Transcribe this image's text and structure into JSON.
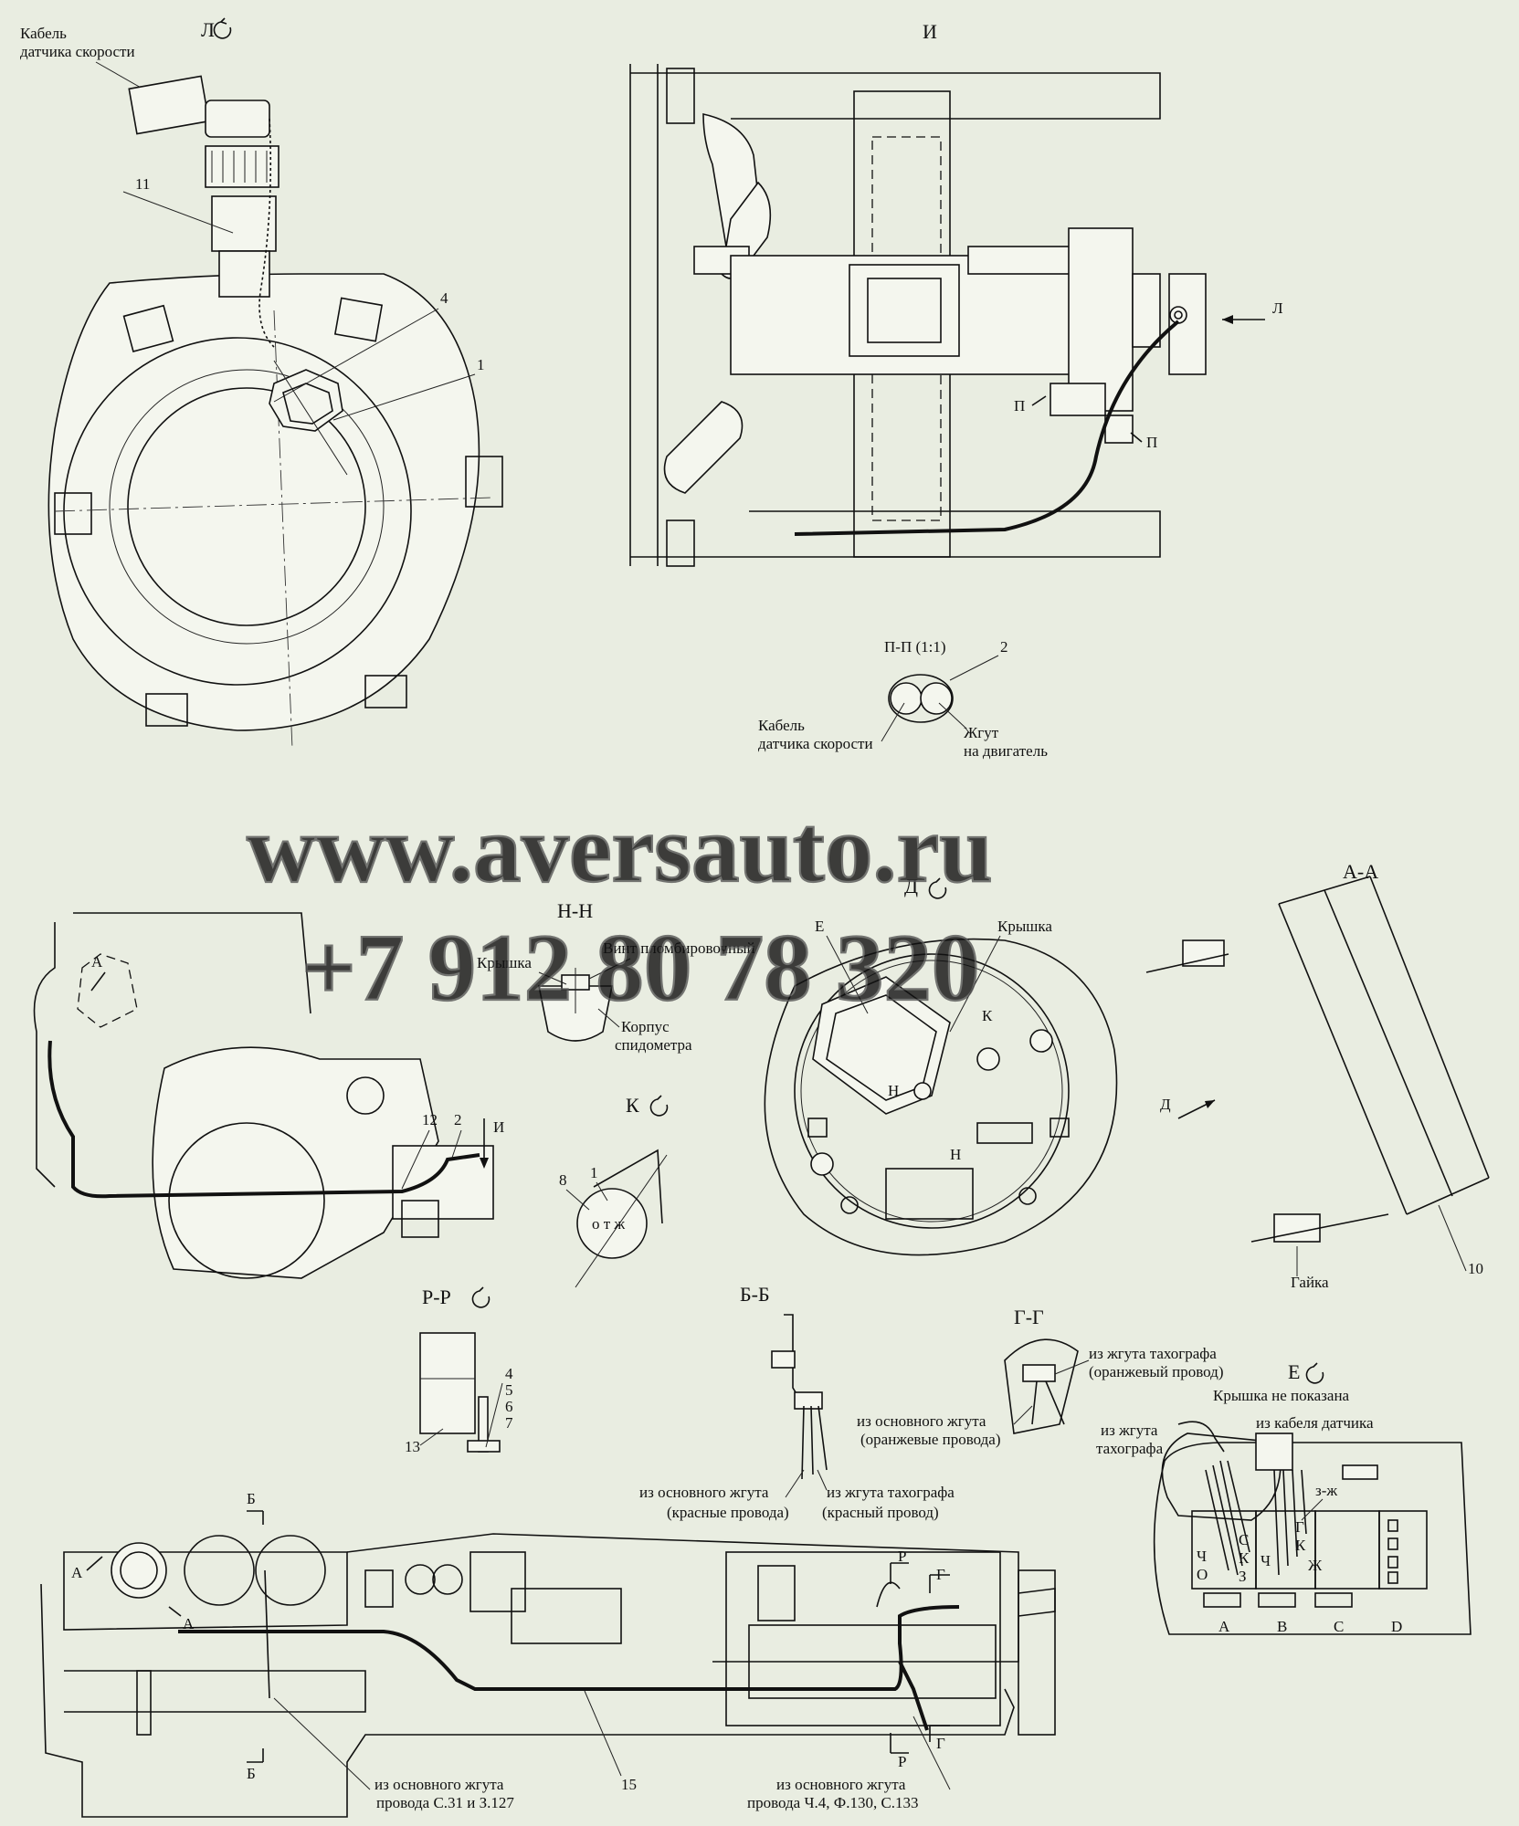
{
  "views": {
    "l": "Л",
    "i": "И",
    "pp": "П-П (1:1)",
    "aa": "А-А",
    "nn": "Н-Н",
    "d": "Д",
    "k": "К",
    "rr": "Р-Р",
    "bb": "Б-Б",
    "gg": "Г-Г",
    "e": "Е"
  },
  "labels": {
    "speed_cable_1": "Кабель",
    "speed_cable_2": "датчика скорости",
    "arrow_l": "Л",
    "p1": "П",
    "p2": "П",
    "pp_cable_1": "Кабель",
    "pp_cable_2": "датчика скорости",
    "pp_harness_1": "Жгут",
    "pp_harness_2": "на двигатель",
    "nn_cover": "Крышка",
    "nn_screw": "Винт пломбировочный",
    "nn_body_1": "Корпус",
    "nn_body_2": "спидометра",
    "d_e": "Е",
    "d_cover": "Крышка",
    "d_k": "К",
    "d_n1": "Н",
    "d_n2": "Н",
    "aa_arrow_d": "Д",
    "aa_nut": "Гайка",
    "k_dial": "о т ж",
    "arrow_a": "А",
    "arrow_i": "И",
    "bb_from_main_1": "из основного жгута",
    "bb_from_main_2": "(красные провода)",
    "bb_from_tacho_1": "из жгута тахографа",
    "bb_from_tacho_2": "(красный провод)",
    "gg_from_tacho_1": "из жгута тахографа",
    "gg_from_tacho_2": "(оранжевый провод)",
    "gg_from_main_1": "из основного жгута",
    "gg_from_main_2": "(оранжевые провода)",
    "e_cover_note": "Крышка не показана",
    "e_from_sensor": "из кабеля датчика",
    "e_from_tacho_1": "из жгута",
    "e_from_tacho_2": "тахографа",
    "e_wire_zzh": "з-ж",
    "panel_a1": "А",
    "panel_a2": "А",
    "panel_b1": "Б",
    "panel_b2": "Б",
    "panel_r1": "Р",
    "panel_r2": "Р",
    "panel_g1": "Г",
    "panel_g2": "Г",
    "panel_main_left_1": "из основного жгута",
    "panel_main_left_2": "провода С.31 и З.127",
    "panel_main_right_1": "из основного жгута",
    "panel_main_right_2": "провода Ч.4, Ф.130, С.133"
  },
  "connector": {
    "columns": [
      "A",
      "B",
      "C",
      "D"
    ],
    "block_a_pins": [
      "Ч",
      "О",
      "С",
      "К",
      "З"
    ],
    "block_b_pins": [
      "Г",
      "К",
      "Ч",
      "Ж"
    ]
  },
  "callouts": {
    "n1": "1",
    "n2": "2",
    "n4": "4",
    "n5": "5",
    "n6": "6",
    "n7": "7",
    "n8": "8",
    "n10": "10",
    "n11": "11",
    "n12": "12",
    "n13": "13",
    "n15": "15",
    "n1_k": "1",
    "n2_side": "2",
    "n4_l": "4",
    "n1_l": "1"
  },
  "watermark": {
    "line1": "www.aversauto.ru",
    "line2": "+7 912 80 78 320"
  },
  "colors": {
    "background": "#e9ede1",
    "ink": "#111111",
    "watermark": "#555555"
  }
}
